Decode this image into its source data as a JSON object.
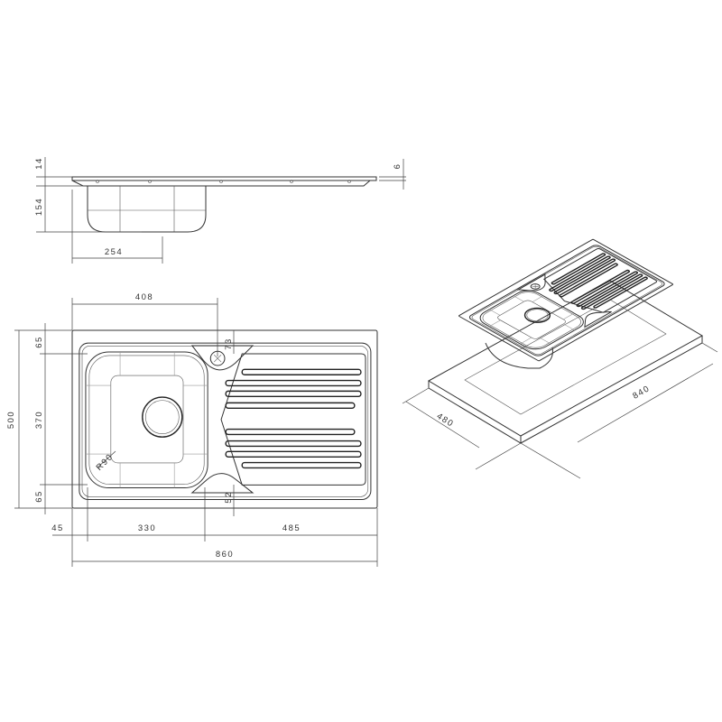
{
  "side_view": {
    "dim_flange_height": "14",
    "dim_depth": "154",
    "dim_edge": "6",
    "dim_drain_offset": "254"
  },
  "top_view": {
    "dim_overflow_x": "408",
    "dim_width": "500",
    "dim_top_margin": "65",
    "dim_bowl_depth": "370",
    "dim_bottom_margin": "65",
    "dim_overflow_y": "73",
    "dim_tray": "52",
    "dim_left_margin": "45",
    "dim_bowl_width": "330",
    "dim_drainer": "485",
    "dim_length": "860",
    "radius_label": "R90"
  },
  "iso_view": {
    "dim_cutout_width": "480",
    "dim_cutout_length": "840"
  }
}
